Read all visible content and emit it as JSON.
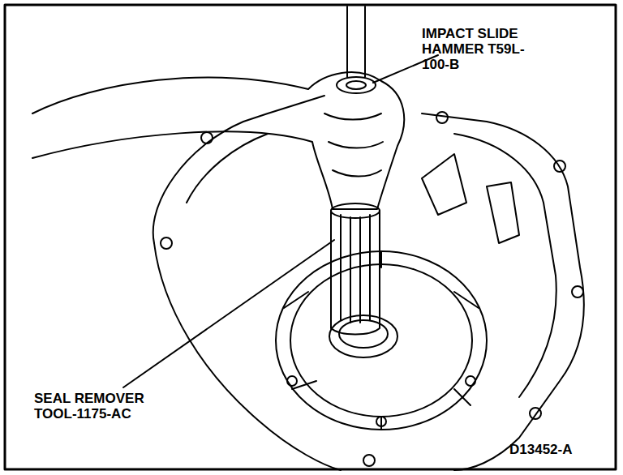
{
  "diagram": {
    "labels": [
      "IMPACT SLIDE HAMMER T59L-100-B",
      "SEAL REMOVER TOOL-1175-AC",
      "D13452-A"
    ]
  }
}
